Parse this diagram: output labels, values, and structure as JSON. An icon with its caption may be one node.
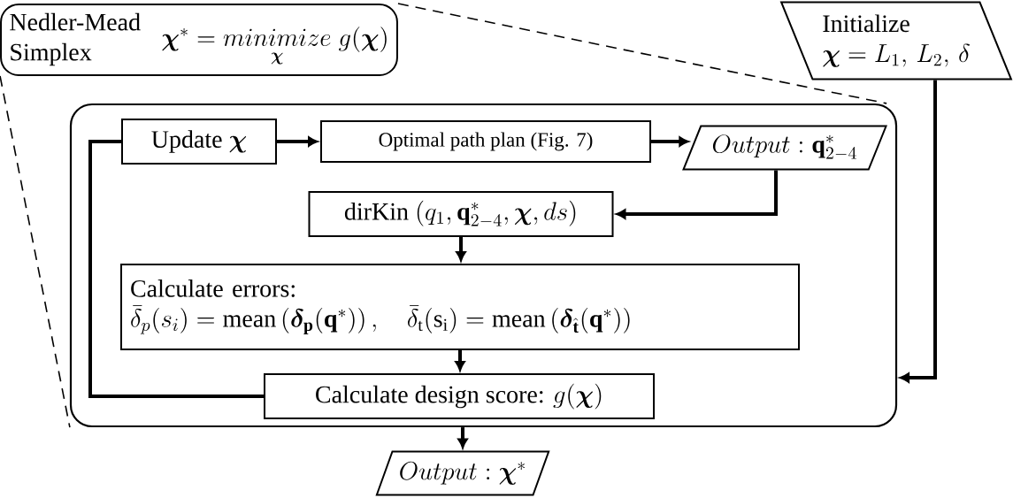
{
  "diagram": {
    "nodes": [
      {
        "text": [
          "Nedler-Mead Simplex",
          "\\boldsymbol{\\chi}^* = \\underset{\\boldsymbol{\\chi}}{minimize}\\; g(\\boldsymbol{\\chi})"
        ]
      },
      {
        "text": [
          "Initialize",
          "\\boldsymbol{\\chi} = L_1,\\, L_2,\\, \\delta"
        ]
      },
      {
        "text": [],
        "shape": "box"
      },
      {
        "text": [
          "\\text{Update } \\boldsymbol{\\chi}"
        ],
        "in": 2
      },
      {
        "text": [
          "Optimal path plan (Fig. 7)"
        ],
        "in": 2
      },
      {
        "text": [
          "Output : \\mathbf{q}_{2-4}^{*}"
        ],
        "in": 2
      },
      {
        "text": [
          "\\text{dirKin } (q_1, \\mathbf{q}_{2-4}^{*}, \\boldsymbol{\\chi}, ds)"
        ],
        "in": 2
      },
      {
        "text": [
          "Calculate errors:",
          "\\bar{\\delta}_p(s_i) = \\mathrm{mean}\\left(\\boldsymbol{\\delta}_{\\mathbf{p}}(\\mathbf{q}^*)\\right), \\quad \\bar{\\delta}_{\\mathrm{t}}(\\mathrm{s_i}) = \\mathrm{mean}\\left(\\boldsymbol{\\delta}_{\\hat{\\mathbf{t}}}(\\mathbf{q}^*)\\right)"
        ],
        "in": 2
      },
      {
        "text": [
          "\\text{Calculate design score: } g(\\boldsymbol{\\chi})"
        ],
        "in": 2
      },
      {
        "text": [
          "Output : \\boldsymbol{\\chi}^*"
        ]
      }
    ],
    "edges": [
      {
        "from": 3,
        "to": 4,
        "arrow": "to"
      },
      {
        "from": 4,
        "to": 5,
        "arrow": "to"
      },
      {
        "from": 5,
        "to": 6,
        "arrow": "to"
      },
      {
        "from": 6,
        "to": 7,
        "arrow": "to"
      },
      {
        "from": 7,
        "to": 8,
        "arrow": "to"
      },
      {
        "from": 8,
        "to": 3,
        "arrow": "none"
      },
      {
        "from": 1,
        "to": 2,
        "arrow": "to"
      },
      {
        "from": 2,
        "to": 9,
        "arrow": "to"
      },
      {
        "from": 0,
        "to": 2,
        "arrow": "none",
        "style": "dashed"
      },
      {
        "from": 0,
        "to": 2,
        "arrow": "none",
        "style": "dashed"
      }
    ]
  }
}
